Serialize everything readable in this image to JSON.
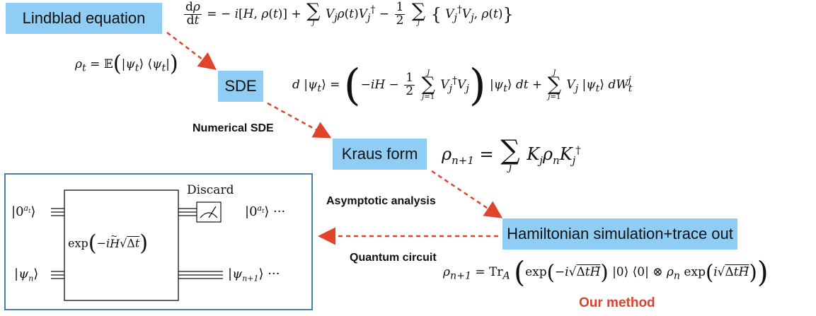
{
  "boxes": {
    "lindblad": "Lindblad equation",
    "sde": "SDE",
    "kraus": "Kraus form",
    "hamiltonian": "Hamiltonian simulation+trace out"
  },
  "arrow_labels": {
    "numerical_sde": "Numerical SDE",
    "asymptotic": "Asymptotic analysis",
    "quantum_circuit": "Quantum circuit"
  },
  "our_method": "Our method",
  "circuit": {
    "discard": "Discard",
    "in_top": "|0^{a_t}⟩",
    "in_bot": "|ψ_n⟩",
    "out_top": "|0^{a_t}⟩ ···",
    "out_bot": "|ψ_{n+1}⟩ ···",
    "gate": "exp(−i H̃ √Δt)"
  },
  "equations": {
    "lindblad": "dρ/dt = −i[H, ρ(t)] + Σ_j V_j ρ(t) V_j† − 1/2 Σ_j {V_j† V_j, ρ(t)}",
    "rho_t": "ρ_t = 𝔼(|ψ_t⟩⟨ψ_t|)",
    "sde": "d|ψ_t⟩ = (−iH − 1/2 Σ_{j=1}^J V_j† V_j) |ψ_t⟩ dt + Σ_{j=1}^J V_j |ψ_t⟩ dW_t^j",
    "kraus": "ρ_{n+1} = Σ_j K_j ρ_n K_j†",
    "trace": "ρ_{n+1} = Tr_A (exp(−i√Δt H̃) |0⟩⟨0| ⊗ ρ_n exp(i√Δt H̃))"
  },
  "colors": {
    "box": "#8fcdf5",
    "arrow": "#e0452b",
    "frame": "#4a7fb5",
    "method": "#d8432f"
  }
}
